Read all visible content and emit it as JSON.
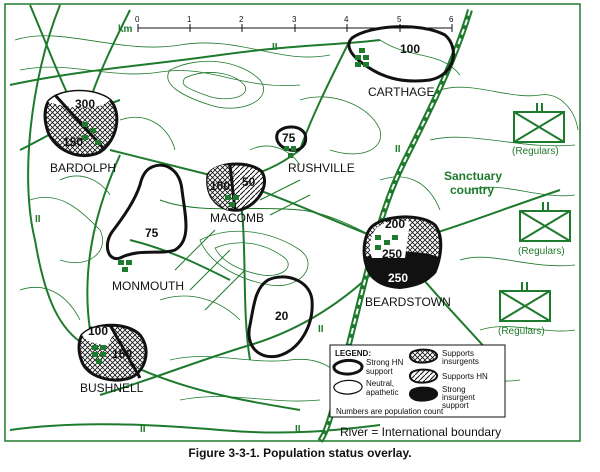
{
  "scale": {
    "unit": "km",
    "ticks": [
      "0",
      "1",
      "2",
      "3",
      "4",
      "5",
      "6"
    ]
  },
  "towns": {
    "carthage": {
      "name": "CARTHAGE",
      "pop": "100"
    },
    "bardolph": {
      "name": "BARDOLPH",
      "pop_a": "300",
      "pop_b": "150"
    },
    "rushville": {
      "name": "RUSHVILLE",
      "pop": "75"
    },
    "macomb": {
      "name": "MACOMB",
      "pop_a": "100",
      "pop_b": "50"
    },
    "unnamed_west": {
      "pop": "75"
    },
    "monmouth": {
      "name": "MONMOUTH"
    },
    "unnamed_south": {
      "pop": "20"
    },
    "beardstown": {
      "name": "BEARDSTOWN",
      "pop_a": "200",
      "pop_b": "250",
      "pop_c": "250"
    },
    "bushnell": {
      "name": "BUSHNELL",
      "pop_a": "100",
      "pop_b": "150"
    }
  },
  "sanctuary": {
    "line1": "Sanctuary",
    "line2": "country"
  },
  "regulars": [
    "(Regulars)",
    "(Regulars)",
    "(Regulars)"
  ],
  "boundary_marks": [
    "II",
    "II",
    "II",
    "II",
    "II",
    "II",
    "II"
  ],
  "legend": {
    "title": "LEGEND:",
    "strong_hn": [
      "Strong HN",
      "support"
    ],
    "neutral": [
      "Neutral,",
      "apathetic"
    ],
    "supports_insurgents": [
      "Supports",
      "insurgents"
    ],
    "supports_hn": "Supports HN",
    "strong_insurgent": [
      "Strong",
      "insurgent",
      "support"
    ],
    "note": "Numbers are population count"
  },
  "river_note": "River = International boundary",
  "caption": "Figure 3-3-1.  Population status overlay.",
  "colors": {
    "green": "#1e7a2c",
    "ink": "#111111",
    "river": "#1e7a2c"
  }
}
